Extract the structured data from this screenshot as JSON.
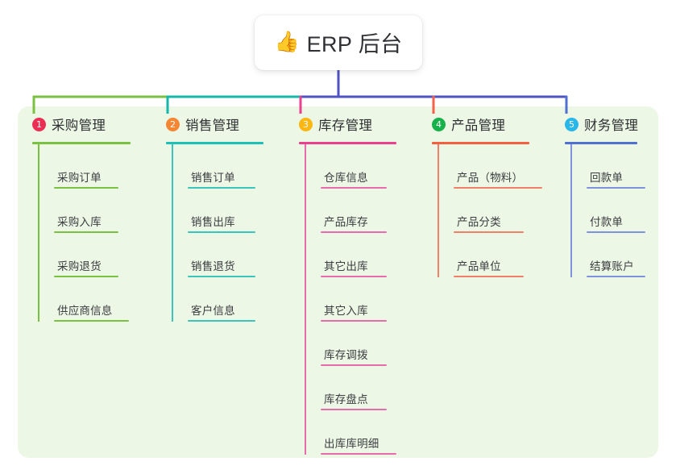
{
  "root": {
    "label": "ERP 后台",
    "icon": "thumbs-up-emoji",
    "emoji": "👍"
  },
  "theme": {
    "page_background": "#ffffff",
    "panel_background": "#ecf7e6",
    "root_card_background": "#ffffff",
    "text_color": "#2f3033",
    "bus_colors": [
      "#7ac142",
      "#14b8ab",
      "#4f52c4",
      "#4f52c4"
    ]
  },
  "columns": [
    {
      "index": "1",
      "title": "采购管理",
      "badge_color": "#eb2f54",
      "rule_color": "#7ac142",
      "line_color": "#7ac142",
      "drop_color": "#7ac142",
      "width": 166,
      "items": [
        {
          "label": "采购订单",
          "rule_width": 80
        },
        {
          "label": "采购入库",
          "rule_width": 80
        },
        {
          "label": "采购退货",
          "rule_width": 80
        },
        {
          "label": "供应商信息",
          "rule_width": 93
        }
      ]
    },
    {
      "index": "2",
      "title": "销售管理",
      "badge_color": "#f58634",
      "rule_color": "#1dc0b4",
      "line_color": "#3bc4bb",
      "drop_color": "#14b8ab",
      "width": 165,
      "items": [
        {
          "label": "销售订单",
          "rule_width": 84
        },
        {
          "label": "销售出库",
          "rule_width": 84
        },
        {
          "label": "销售退货",
          "rule_width": 84
        },
        {
          "label": "客户信息",
          "rule_width": 84
        }
      ]
    },
    {
      "index": "3",
      "title": "库存管理",
      "badge_color": "#fcb712",
      "rule_color": "#ec3f8e",
      "line_color": "#e86bae",
      "drop_color": "#ec3f8e",
      "width": 165,
      "items": [
        {
          "label": "仓库信息",
          "rule_width": 82
        },
        {
          "label": "产品库存",
          "rule_width": 82
        },
        {
          "label": "其它出库",
          "rule_width": 82
        },
        {
          "label": "其它入库",
          "rule_width": 82
        },
        {
          "label": "库存调拨",
          "rule_width": 82
        },
        {
          "label": "库存盘点",
          "rule_width": 82
        },
        {
          "label": "出库库明细",
          "rule_width": 94
        }
      ]
    },
    {
      "index": "4",
      "title": "产品管理",
      "badge_color": "#17b14b",
      "rule_color": "#f4603f",
      "line_color": "#f07f6a",
      "drop_color": "#f4604a",
      "width": 165,
      "items": [
        {
          "label": "产品（物料）",
          "rule_width": 110
        },
        {
          "label": "产品分类",
          "rule_width": 87
        },
        {
          "label": "产品单位",
          "rule_width": 87
        }
      ]
    },
    {
      "index": "5",
      "title": "财务管理",
      "badge_color": "#29b6e8",
      "rule_color": "#4f6fd1",
      "line_color": "#7f93dd",
      "drop_color": "#4f6fd1",
      "width": 134,
      "items": [
        {
          "label": "回款单",
          "rule_width": 73
        },
        {
          "label": "付款单",
          "rule_width": 73
        },
        {
          "label": "结算账户",
          "rule_width": 73
        }
      ]
    }
  ]
}
